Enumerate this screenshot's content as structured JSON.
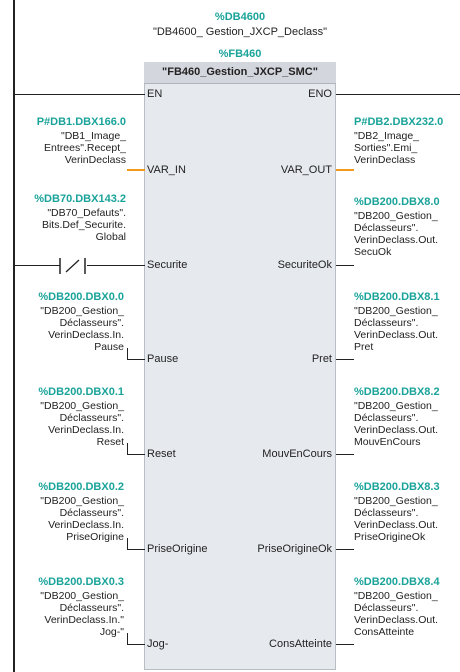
{
  "db_instance": {
    "address": "%DB4600",
    "name": "\"DB4600_ Gestion_JXCP_Declass\""
  },
  "block": {
    "address": "%FB460",
    "name": "\"FB460_Gestion_JXCP_SMC\""
  },
  "pins": {
    "en": "EN",
    "eno": "ENO",
    "var_in": "VAR_IN",
    "var_out": "VAR_OUT",
    "securite": "Securite",
    "securite_ok": "SecuriteOk",
    "pause": "Pause",
    "pret": "Pret",
    "reset": "Reset",
    "mouv_en_cours": "MouvEnCours",
    "prise_origine": "PriseOrigine",
    "prise_origine_ok": "PriseOrigineOk",
    "jog": "Jog-",
    "cons_atteinte": "ConsAtteinte"
  },
  "inputs": {
    "var_in": {
      "address": "P#DB1.DBX166.0",
      "l1": "\"DB1_Image_",
      "l2": "Entrees\".Recept_",
      "l3": "VerinDeclass"
    },
    "securite": {
      "address": "%DB70.DBX143.2",
      "l1": "\"DB70_Defauts\".",
      "l2": "Bits.Def_Securite.",
      "l3": "Global"
    },
    "pause": {
      "address": "%DB200.DBX0.0",
      "l1": "\"DB200_Gestion_",
      "l2": "Déclasseurs\".",
      "l3": "VerinDeclass.In.",
      "l4": "Pause"
    },
    "reset": {
      "address": "%DB200.DBX0.1",
      "l1": "\"DB200_Gestion_",
      "l2": "Déclasseurs\".",
      "l3": "VerinDeclass.In.",
      "l4": "Reset"
    },
    "prise_origine": {
      "address": "%DB200.DBX0.2",
      "l1": "\"DB200_Gestion_",
      "l2": "Déclasseurs\".",
      "l3": "VerinDeclass.In.",
      "l4": "PriseOrigine"
    },
    "jog": {
      "address": "%DB200.DBX0.3",
      "l1": "\"DB200_Gestion_",
      "l2": "Déclasseurs\".",
      "l3": "VerinDeclass.In.\"",
      "l4": "Jog-\""
    }
  },
  "outputs": {
    "var_out": {
      "address": "P#DB2.DBX232.0",
      "l1": "\"DB2_Image_",
      "l2": "Sorties\".Emi_",
      "l3": "VerinDeclass"
    },
    "securite_ok": {
      "address": "%DB200.DBX8.0",
      "l1": "\"DB200_Gestion_",
      "l2": "Déclasseurs\".",
      "l3": "VerinDeclass.Out.",
      "l4": "SecuOk"
    },
    "pret": {
      "address": "%DB200.DBX8.1",
      "l1": "\"DB200_Gestion_",
      "l2": "Déclasseurs\".",
      "l3": "VerinDeclass.Out.",
      "l4": "Pret"
    },
    "mouv_en_cours": {
      "address": "%DB200.DBX8.2",
      "l1": "\"DB200_Gestion_",
      "l2": "Déclasseurs\".",
      "l3": "VerinDeclass.Out.",
      "l4": "MouvEnCours"
    },
    "prise_origine_ok": {
      "address": "%DB200.DBX8.3",
      "l1": "\"DB200_Gestion_",
      "l2": "Déclasseurs\".",
      "l3": "VerinDeclass.Out.",
      "l4": "PriseOrigineOk"
    },
    "cons_atteinte": {
      "address": "%DB200.DBX8.4",
      "l1": "\"DB200_Gestion_",
      "l2": "Déclasseurs\".",
      "l3": "VerinDeclass.Out.",
      "l4": "ConsAtteinte"
    }
  }
}
